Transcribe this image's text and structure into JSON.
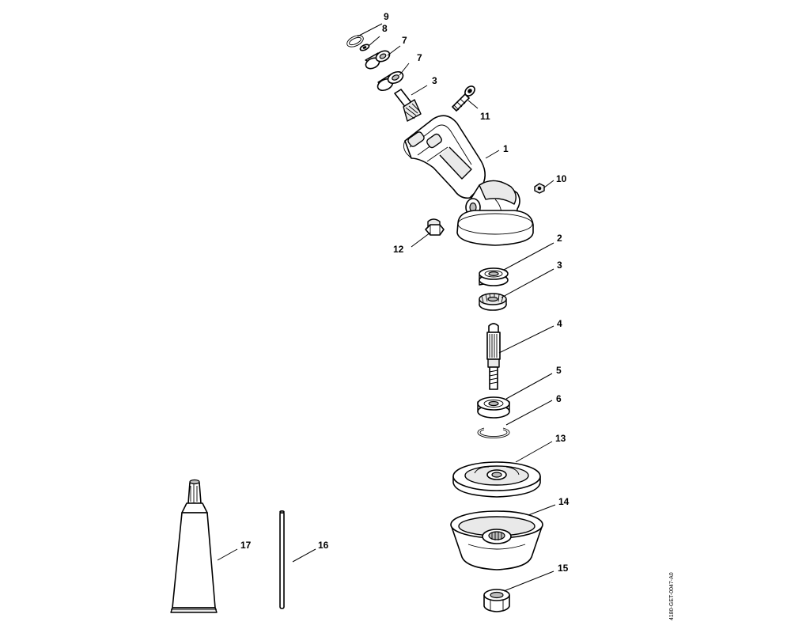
{
  "doc_code": "4180-GET-0047-A0",
  "labels": {
    "p9": "9",
    "p8": "8",
    "p7a": "7",
    "p7b": "7",
    "p3a": "3",
    "p11": "11",
    "p1": "1",
    "p10": "10",
    "p12": "12",
    "p2": "2",
    "p3b": "3",
    "p4": "4",
    "p5": "5",
    "p6": "6",
    "p13": "13",
    "p14": "14",
    "p15": "15",
    "p16": "16",
    "p17": "17"
  }
}
